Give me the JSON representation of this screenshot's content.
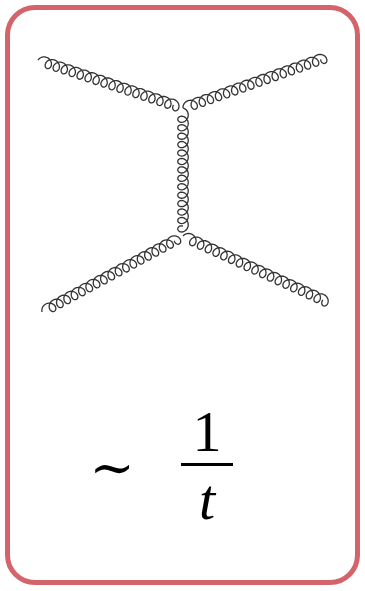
{
  "diagram": {
    "nodes": [
      {
        "text": [
          "∼",
          "1",
          "t"
        ]
      }
    ]
  }
}
